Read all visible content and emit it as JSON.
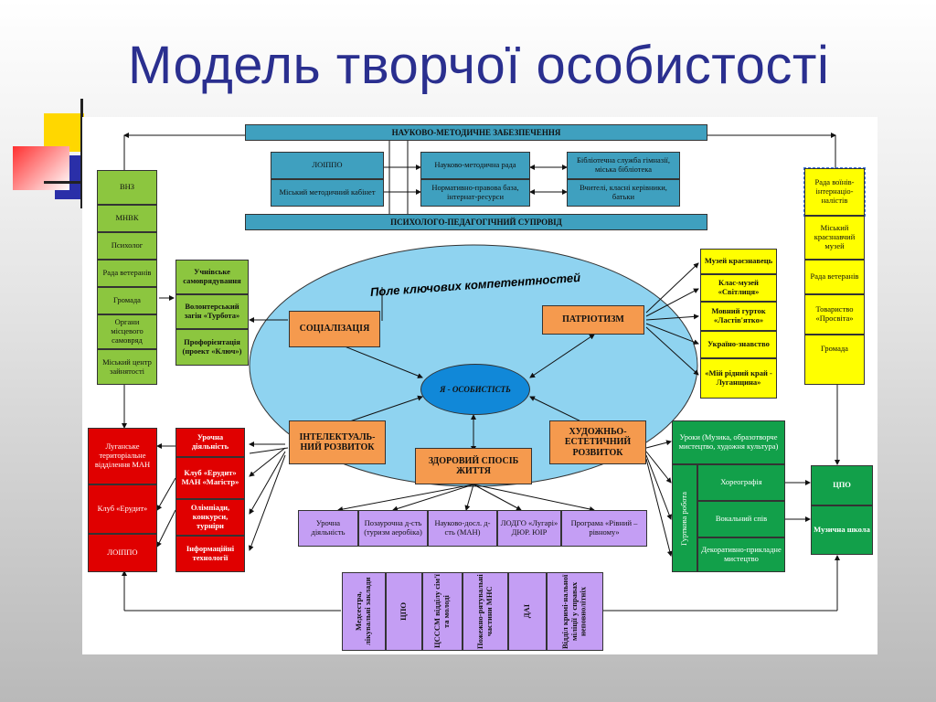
{
  "slide": {
    "title": "Модель творчої особистості"
  },
  "colors": {
    "teal": "#3fa0bf",
    "green": "#8cc63f",
    "dark_green": "#12a04a",
    "yellow": "#ffff00",
    "red": "#e00000",
    "orange": "#f59a4e",
    "violet": "#c49ef4",
    "ellipse": "#8fd3f0",
    "title": "#2a2f8f"
  },
  "diagram": {
    "top_bar": "НАУКОВО-МЕТОДИЧНЕ ЗАБЕЗПЕЧЕННЯ",
    "second_bar": "ПСИХОЛОГО-ПЕДАГОГІЧНИЙ СУПРОВІД",
    "method_boxes": [
      "ЛОІППО",
      "Науково-методична рада",
      "Бібліотечна служба гімназії, міська бібліотека",
      "Міський методичний кабінет",
      "Нормативно-правова база, інтернат-ресурси",
      "Вчителі, класні керівники, батьки"
    ],
    "left_column": [
      "ВНЗ",
      "МНВК",
      "Психолог",
      "Рада ветеранів",
      "Громада",
      "Органи місцевого самовряд",
      "Міський центр зайнятості"
    ],
    "right_column": [
      "Рада воїнів-інтернаціо-налістів",
      "Міський краєзнавчий музей",
      "Рада ветеранів",
      "Товариство «Просвіта»",
      "Громада"
    ],
    "ellipse_label": "Поле ключових компетентностей",
    "center": "Я - ОСОБИСТІСТЬ",
    "competences": {
      "socialization": "СОЦІАЛІЗАЦІЯ",
      "patriotism": "ПАТРІОТИЗМ",
      "intellectual": "ІНТЕЛЕКТУАЛЬ-НИЙ РОЗВИТОК",
      "artistic": "ХУДОЖНЬО-ЕСТЕТИЧНИЙ РОЗВИТОК",
      "healthy": "ЗДОРОВИЙ СПОСІБ ЖИТТЯ"
    },
    "social_boxes": [
      "Учнівське самоврядування",
      "Волонтерський загін «Турбота»",
      "Профорієнтація (проект «Ключ»)"
    ],
    "patriot_boxes": [
      "Музей краєзнавець",
      "Клас-музей «Світлиця»",
      "Мовний гурток «Ластів'ятко»",
      "Україно-знавство",
      "«Мій рідний край - Луганщина»"
    ],
    "red_left": [
      "Луганське територіальне відділення МАН",
      "Клуб «Ерудит»",
      "ЛОІППО"
    ],
    "red_mid": [
      "Урочна діяльність",
      "Клуб «Ерудит» МАН «Магістр»",
      "Олімпіади, конкурси, турніри",
      "Інформаційні технології"
    ],
    "art_top": "Уроки (Музика, образотворче мистецтво, художня культура)",
    "art_side": "Гурткова робота",
    "art_items": [
      "Хореографія",
      "Вокальний спів",
      "Декоративно-прикладне мистецтво"
    ],
    "far_right": [
      "ЦПО",
      "Музична школа"
    ],
    "health_row": [
      "Урочна діяльність",
      "Позаурочна д-сть (туризм аеробіка)",
      "Науково-досл. д-сть (МАН)",
      "ЛОДГО «Лугарі» ДЮР. ЮІР",
      "Програма «Рівний – рівному»"
    ],
    "bottom_row": [
      "Медсестра, лікувальні заклади",
      "ЦПО",
      "ЦСССМ відділу сім'ї та молоді",
      "Пожежно-рятувальні частини МНС",
      "ДАІ",
      "Відділ кримі-нальної міліції у справах неповнолітніх"
    ]
  }
}
